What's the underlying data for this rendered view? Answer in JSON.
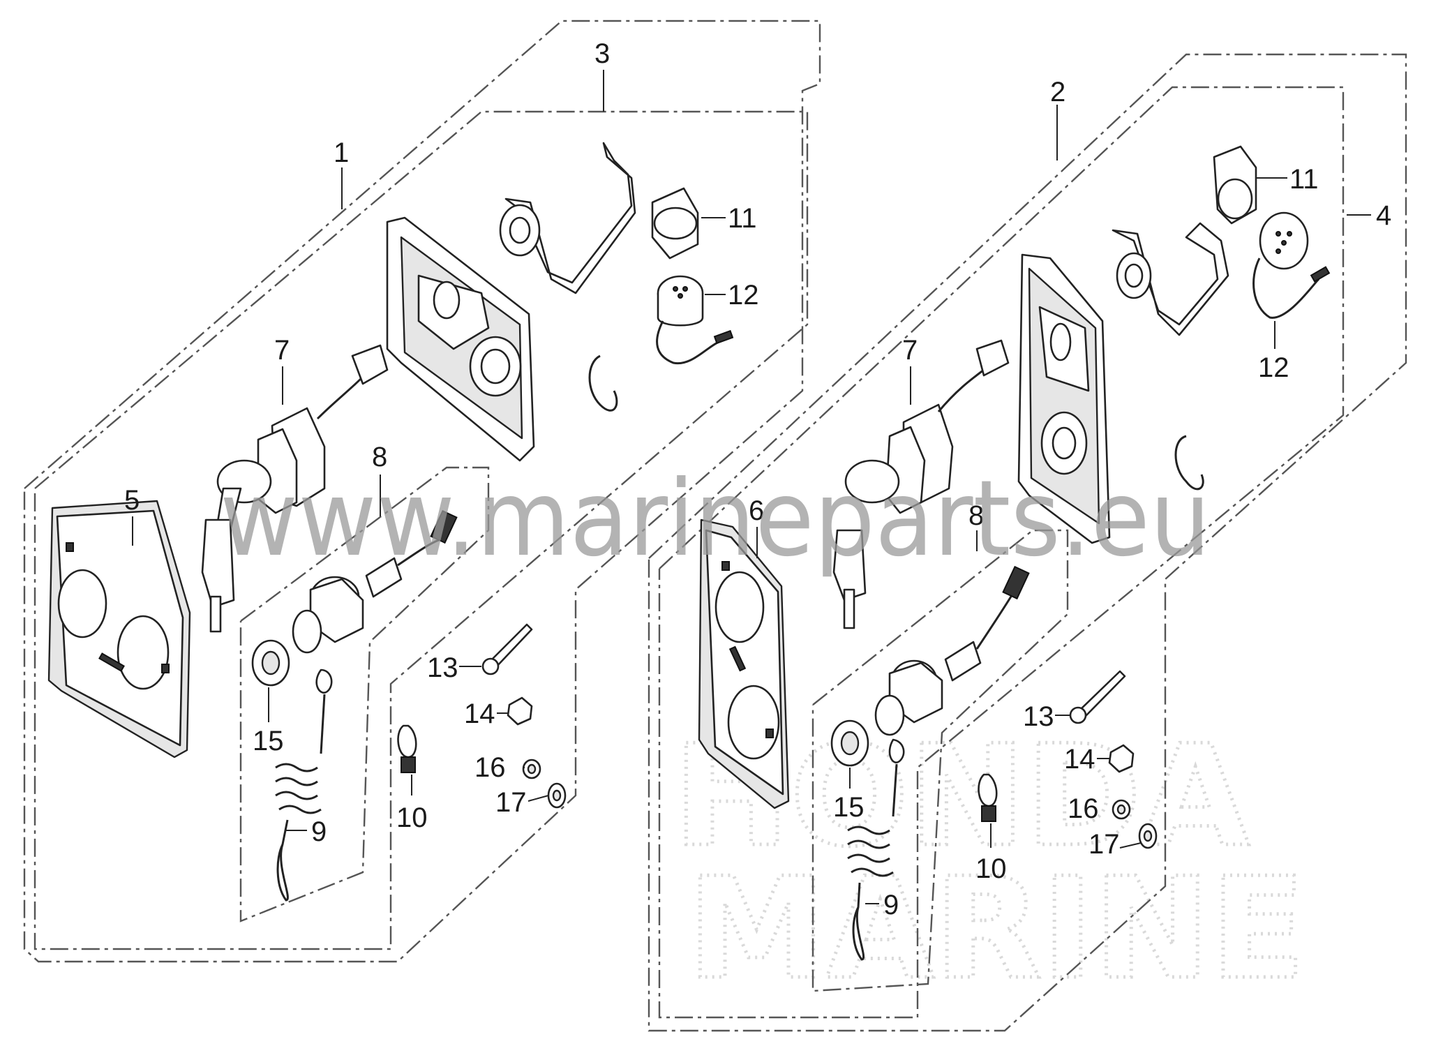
{
  "watermark": "www.marineparts.eu",
  "brand_ghost": [
    "HONDA",
    "MARINE"
  ],
  "callouts": {
    "c1": "1",
    "c2": "2",
    "c3": "3",
    "c4": "4",
    "c5": "5",
    "c6": "6",
    "c7a": "7",
    "c7b": "7",
    "c8a": "8",
    "c8b": "8",
    "c9a": "9",
    "c9b": "9",
    "c10a": "10",
    "c10b": "10",
    "c11a": "11",
    "c11b": "11",
    "c12a": "12",
    "c12b": "12",
    "c13a": "13",
    "c13b": "13",
    "c14a": "14",
    "c14b": "14",
    "c15a": "15",
    "c15b": "15",
    "c16a": "16",
    "c16b": "16",
    "c17a": "17",
    "c17b": "17"
  },
  "colors": {
    "line": "#222222",
    "frame": "#555555",
    "watermark": "#9a9a9a"
  }
}
